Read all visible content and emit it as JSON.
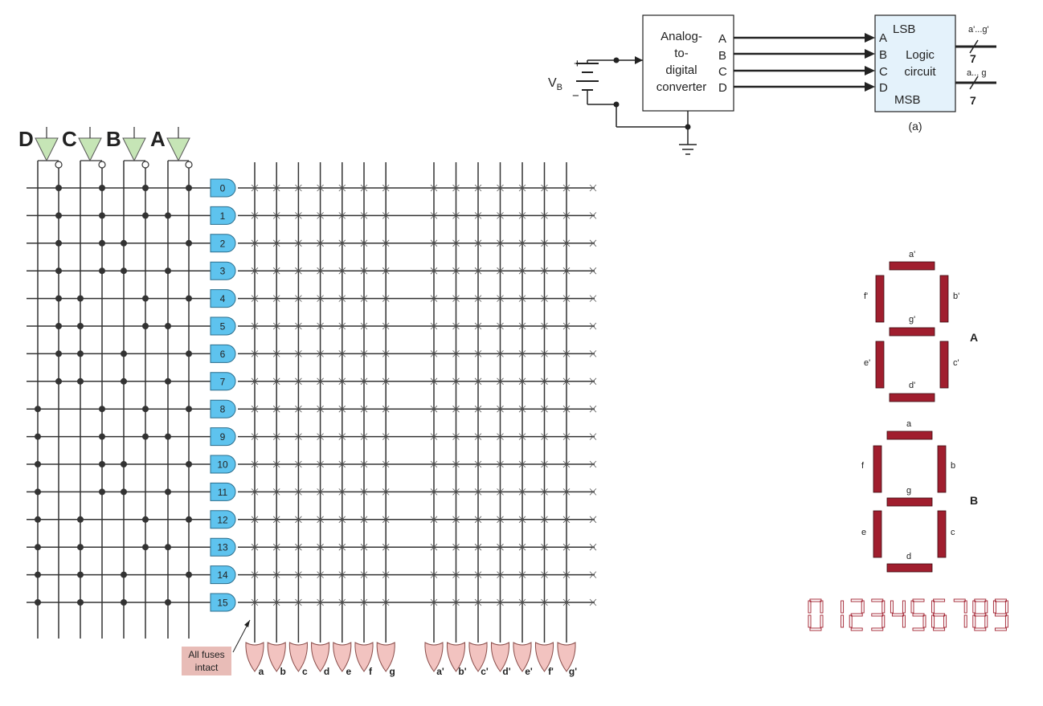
{
  "pla": {
    "input_labels": [
      "D",
      "C",
      "B",
      "A"
    ],
    "and_terms": [
      "0",
      "1",
      "2",
      "3",
      "4",
      "5",
      "6",
      "7",
      "8",
      "9",
      "10",
      "11",
      "12",
      "13",
      "14",
      "15"
    ],
    "outputs_primary": [
      "a",
      "b",
      "c",
      "d",
      "e",
      "f",
      "g"
    ],
    "outputs_secondary": [
      "a'",
      "b'",
      "c'",
      "d'",
      "e'",
      "f'",
      "g'"
    ],
    "fuse_note_line1": "All fuses",
    "fuse_note_line2": "intact",
    "colors": {
      "and_gate": "#5ec3ee",
      "or_gate": "#f2c3c0",
      "input_buffer": "#c6e5b6",
      "fuse_box": "#e8bcb7"
    }
  },
  "block_diagram": {
    "vb_label": "V",
    "vb_sub": "B",
    "plus": "+",
    "minus": "−",
    "adc_label": [
      "Analog-",
      "to-",
      "digital",
      "converter"
    ],
    "adc_outputs": [
      "A",
      "B",
      "C",
      "D"
    ],
    "logic_inputs": [
      "A",
      "B",
      "C",
      "D"
    ],
    "logic_top": "LSB",
    "logic_label": [
      "Logic",
      "circuit"
    ],
    "logic_bottom": "MSB",
    "bus_top_label": "a'...g'",
    "bus_bottom_label": "a... g",
    "bus_width": "7",
    "caption": "(a)"
  },
  "displays": {
    "display_a": {
      "name": "A",
      "segments": [
        "a'",
        "b'",
        "c'",
        "d'",
        "e'",
        "f'",
        "g'"
      ]
    },
    "display_b": {
      "name": "B",
      "segments": [
        "a",
        "b",
        "c",
        "d",
        "e",
        "f",
        "g"
      ]
    },
    "segment_color": "#a01e2e",
    "digit_strip": "0123456789"
  }
}
